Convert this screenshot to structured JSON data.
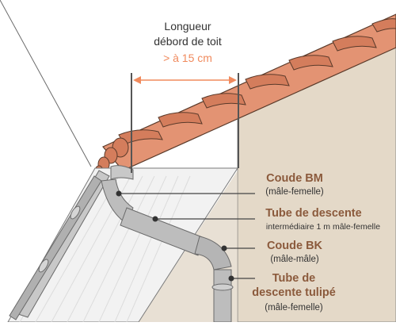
{
  "dimension": {
    "line1": "Longueur",
    "line2": "débord de toit",
    "value": "> à 15 cm",
    "value_color": "#f08a5d"
  },
  "labels": [
    {
      "title": "Coude BM",
      "detail": "(mâle-femelle)"
    },
    {
      "title": "Tube de descente",
      "detail": "intermédiaire 1 m mâle-femelle"
    },
    {
      "title": "Coude BK",
      "detail": "(mâle-mâle)"
    },
    {
      "title_line1": "Tube de",
      "title_line2": "descente tulipé",
      "detail": "(mâle-femelle)"
    }
  ],
  "colors": {
    "label_title": "#8b5a3c",
    "label_detail": "#333333",
    "wall": "#e4d9c8",
    "tile": "#e39373",
    "pipe": "#bdbdbd",
    "soffit": "#f2f2f2"
  }
}
